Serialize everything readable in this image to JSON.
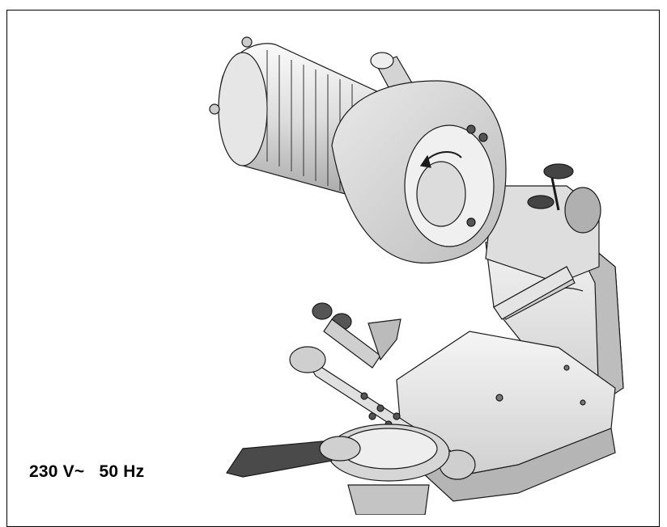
{
  "figure": {
    "caption_voltage": "230 V~",
    "caption_frequency": "50 Hz",
    "illustration": "chain-sharpener-grinder",
    "colors": {
      "line": "#1a1a1a",
      "fill_light": "#f2f2f2",
      "fill_mid": "#d9d9d9",
      "fill_dark": "#9a9a9a",
      "guard": "#c8c8c8"
    }
  }
}
